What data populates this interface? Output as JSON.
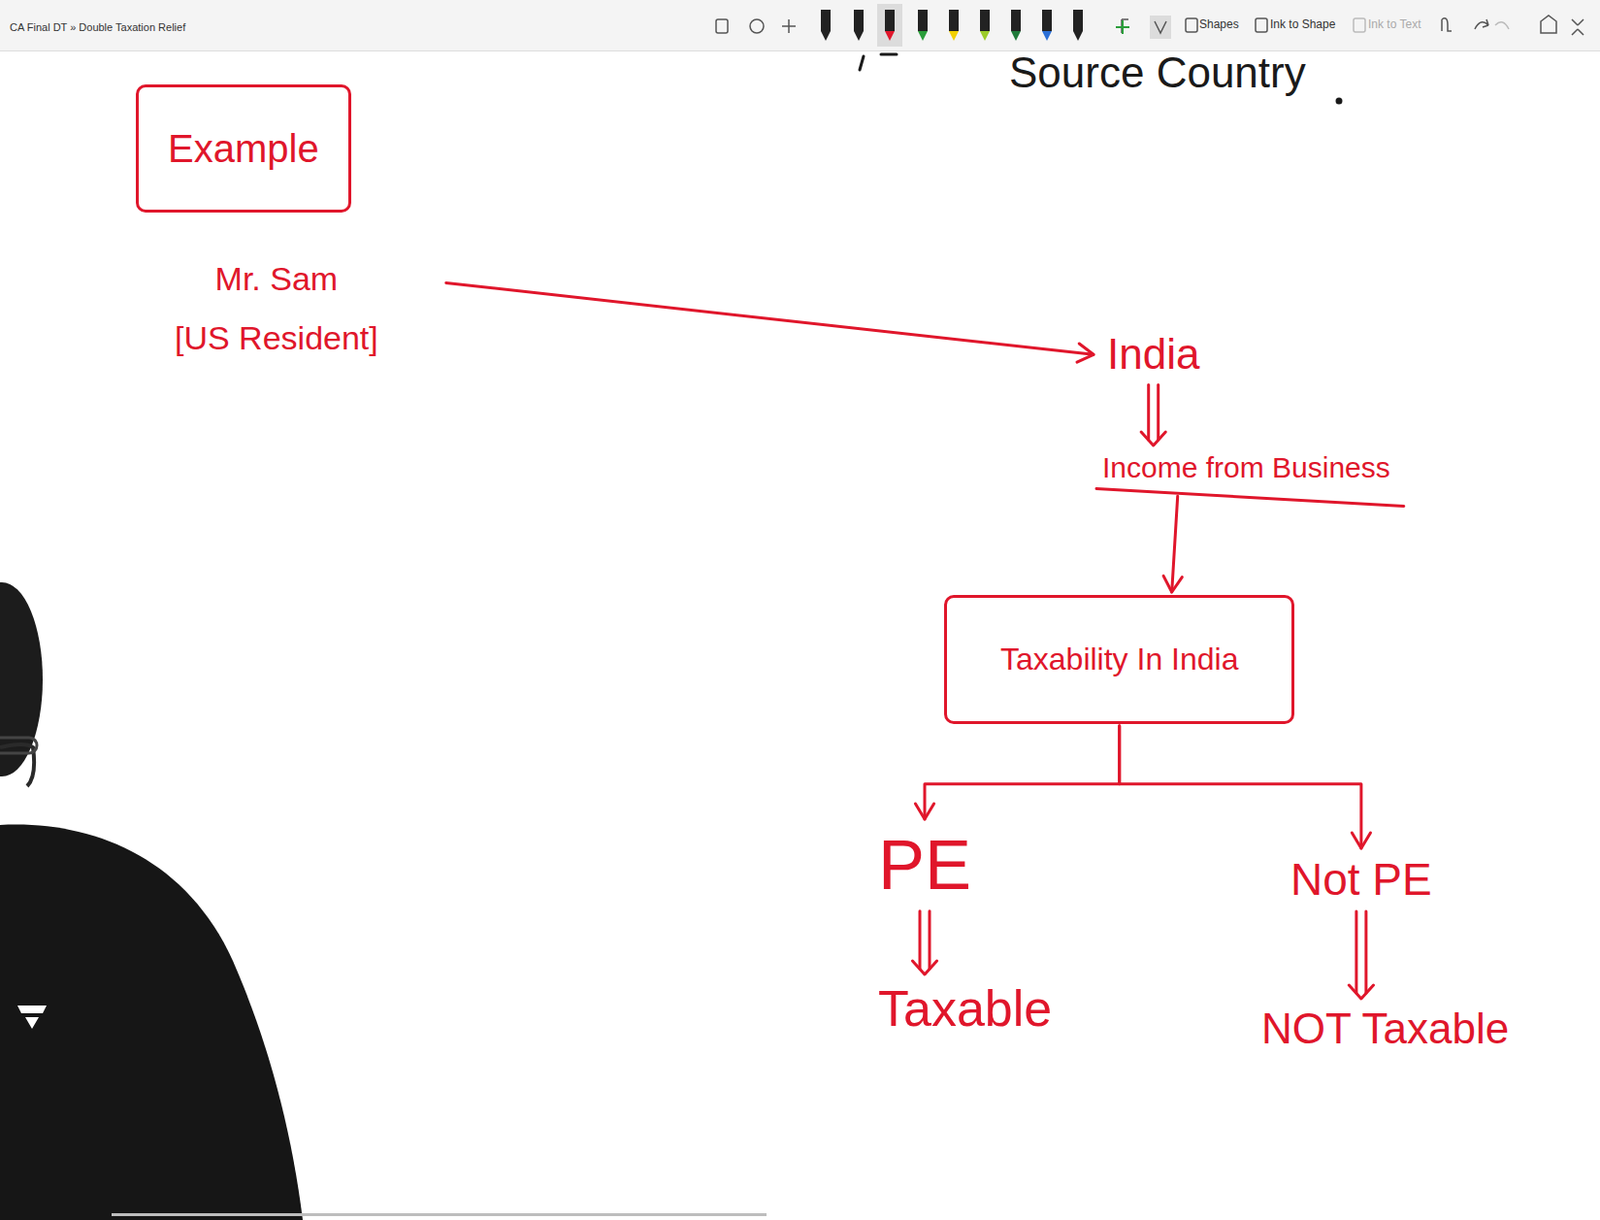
{
  "diagram": {
    "nodes": [
      {
        "text": [
          "Example"
        ]
      },
      {
        "text": [
          "Mr. Sam",
          "[US Resident]"
        ]
      },
      {
        "text": [
          "India"
        ]
      },
      {
        "text": [
          "Income from Business"
        ]
      },
      {
        "text": [
          "Taxability In India"
        ]
      },
      {
        "text": [
          "PE"
        ]
      },
      {
        "text": [
          "Not PE"
        ]
      },
      {
        "text": [
          "Taxable"
        ]
      },
      {
        "text": [
          "NOT Taxable"
        ]
      }
    ],
    "edges": [
      {
        "from": 1,
        "to": 2,
        "arrow": "to"
      },
      {
        "from": 2,
        "to": 3,
        "arrow": "to"
      },
      {
        "from": 3,
        "to": 4,
        "arrow": "to"
      },
      {
        "from": 4,
        "to": 5,
        "arrow": "to"
      },
      {
        "from": 4,
        "to": 6,
        "arrow": "to"
      },
      {
        "from": 5,
        "to": 7,
        "arrow": "to"
      },
      {
        "from": 6,
        "to": 8,
        "arrow": "to"
      }
    ],
    "labels": [
      "CA Final DT » Double Taxation Relief",
      "Shapes",
      "Ink to Shape",
      "Ink to Text",
      "Source Country"
    ]
  }
}
